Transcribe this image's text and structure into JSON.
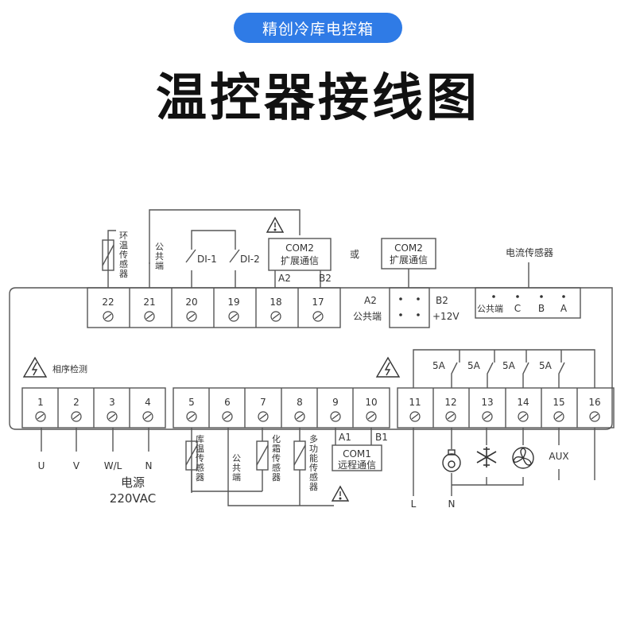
{
  "header": {
    "badge": "精创冷库电控箱",
    "title": "温控器接线图"
  },
  "top_terminals": [
    "22",
    "21",
    "20",
    "19",
    "18",
    "17"
  ],
  "bottom_terminals": [
    "1",
    "2",
    "3",
    "4",
    "5",
    "6",
    "7",
    "8",
    "9",
    "10",
    "11",
    "12",
    "13",
    "14",
    "15",
    "16"
  ],
  "rs485_block": {
    "a2": "A2",
    "b2": "B2",
    "common": "公共端",
    "v12": "+12V"
  },
  "current_block": {
    "title": "电流传感器",
    "labels": [
      "公共端",
      "C",
      "B",
      "A"
    ]
  },
  "top_labels": {
    "env_sensor": "环温传感器",
    "common": "公共端",
    "di1": "DI-1",
    "di2": "DI-2",
    "com2_line1": "COM2",
    "com2_line2": "扩展通信",
    "or": "或",
    "a2": "A2",
    "b2": "B2"
  },
  "phase_detect": "相序检测",
  "relays": [
    "5A",
    "5A",
    "5A",
    "5A"
  ],
  "power": {
    "u": "U",
    "v": "V",
    "wl": "W/L",
    "n": "N",
    "title": "电源",
    "volt": "220VAC"
  },
  "bottom_labels": {
    "room_sensor": "库温传感器",
    "common": "公共端",
    "defrost_sensor": "化霜传感器",
    "multi_sensor": "多功能传感器",
    "a1": "A1",
    "b1": "B1",
    "com1_line1": "COM1",
    "com1_line2": "远程通信",
    "l": "L",
    "n": "N",
    "aux": "AUX"
  },
  "icons": [
    "warning-icon",
    "lightning-warning-icon",
    "compressor-icon",
    "snowflake-icon",
    "fan-icon",
    "screw-terminal-icon"
  ],
  "colors": {
    "badge": "#2f7be6",
    "line": "#555555",
    "title": "#111111"
  }
}
